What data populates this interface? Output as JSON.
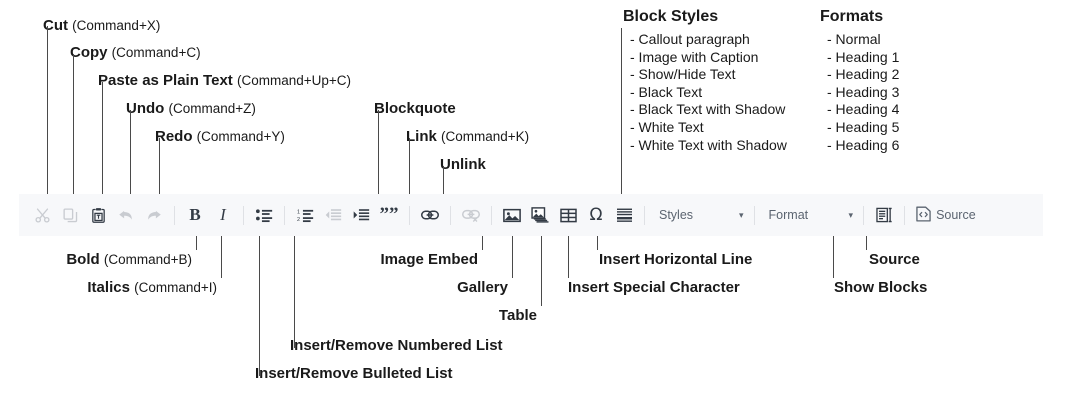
{
  "annotations": {
    "top_left": [
      {
        "title": "Cut",
        "shortcut": "(Command+X)"
      },
      {
        "title": "Copy",
        "shortcut": "(Command+C)"
      },
      {
        "title": "Paste as Plain Text",
        "shortcut": "(Command+Up+C)"
      },
      {
        "title": "Undo",
        "shortcut": "(Command+Z)"
      },
      {
        "title": "Redo",
        "shortcut": "(Command+Y)"
      }
    ],
    "top_mid": [
      {
        "title": "Blockquote",
        "shortcut": ""
      },
      {
        "title": "Link",
        "shortcut": "(Command+K)"
      },
      {
        "title": "Unlink",
        "shortcut": ""
      }
    ],
    "bottom_left": [
      {
        "title": "Bold",
        "shortcut": "(Command+B)"
      },
      {
        "title": "Italics",
        "shortcut": "(Command+I)"
      }
    ],
    "bottom_mid": [
      {
        "title": "Image Embed",
        "shortcut": ""
      },
      {
        "title": "Gallery",
        "shortcut": ""
      },
      {
        "title": "Table",
        "shortcut": ""
      },
      {
        "title": "Insert/Remove Numbered List",
        "shortcut": ""
      },
      {
        "title": "Insert/Remove Bulleted List",
        "shortcut": ""
      }
    ],
    "bottom_right": [
      {
        "title": "Insert Horizontal Line",
        "shortcut": ""
      },
      {
        "title": "Insert Special Character",
        "shortcut": ""
      },
      {
        "title": "Source",
        "shortcut": ""
      },
      {
        "title": "Show Blocks",
        "shortcut": ""
      }
    ]
  },
  "groups": [
    {
      "heading": "Block Styles",
      "items": [
        "- Callout paragraph",
        "- Image with Caption",
        "- Show/Hide Text",
        "- Black Text",
        "- Black Text with Shadow",
        "- White Text",
        "- White Text with Shadow"
      ]
    },
    {
      "heading": "Formats",
      "items": [
        "- Normal",
        "- Heading 1",
        "- Heading 2",
        "- Heading 3",
        "- Heading 4",
        "- Heading 5",
        "- Heading 6"
      ]
    }
  ],
  "toolbar": {
    "background": "#f7f8fa",
    "enabled_color": "#333b45",
    "disabled_color": "#c9ccd1",
    "bold_label": "B",
    "italic_label": "I",
    "blockquote_label": "””",
    "special_character_label": "Ω",
    "styles_dropdown": {
      "label": "Styles",
      "chevron": "▾"
    },
    "format_dropdown": {
      "label": "Format",
      "chevron": "▾"
    },
    "source_label": "Source"
  }
}
